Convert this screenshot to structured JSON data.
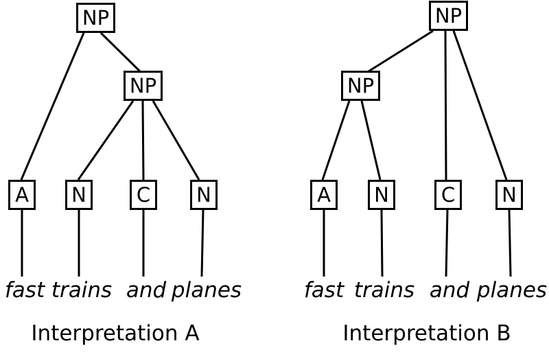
{
  "colors": {
    "background": "#ffffff",
    "line": "#000000",
    "text": "#000000"
  },
  "trees": [
    {
      "caption": "Interpretation A",
      "root_label": "NP",
      "inner_label": "NP",
      "leaf_labels": [
        "A",
        "N",
        "C",
        "N"
      ],
      "words": [
        "fast",
        "trains",
        "and",
        "planes"
      ],
      "edges": [
        [
          "NP-root",
          "A"
        ],
        [
          "NP-root",
          "NP-inner"
        ],
        [
          "NP-inner",
          "N"
        ],
        [
          "NP-inner",
          "C"
        ],
        [
          "NP-inner",
          "N"
        ],
        [
          "A",
          "fast"
        ],
        [
          "N",
          "trains"
        ],
        [
          "C",
          "and"
        ],
        [
          "N",
          "planes"
        ]
      ]
    },
    {
      "caption": "Interpretation B",
      "root_label": "NP",
      "inner_label": "NP",
      "leaf_labels": [
        "A",
        "N",
        "C",
        "N"
      ],
      "words": [
        "fast",
        "trains",
        "and",
        "planes"
      ],
      "edges": [
        [
          "NP-root",
          "NP-inner"
        ],
        [
          "NP-root",
          "C"
        ],
        [
          "NP-root",
          "N"
        ],
        [
          "NP-inner",
          "A"
        ],
        [
          "NP-inner",
          "N"
        ],
        [
          "A",
          "fast"
        ],
        [
          "N",
          "trains"
        ],
        [
          "C",
          "and"
        ],
        [
          "N",
          "planes"
        ]
      ]
    }
  ]
}
